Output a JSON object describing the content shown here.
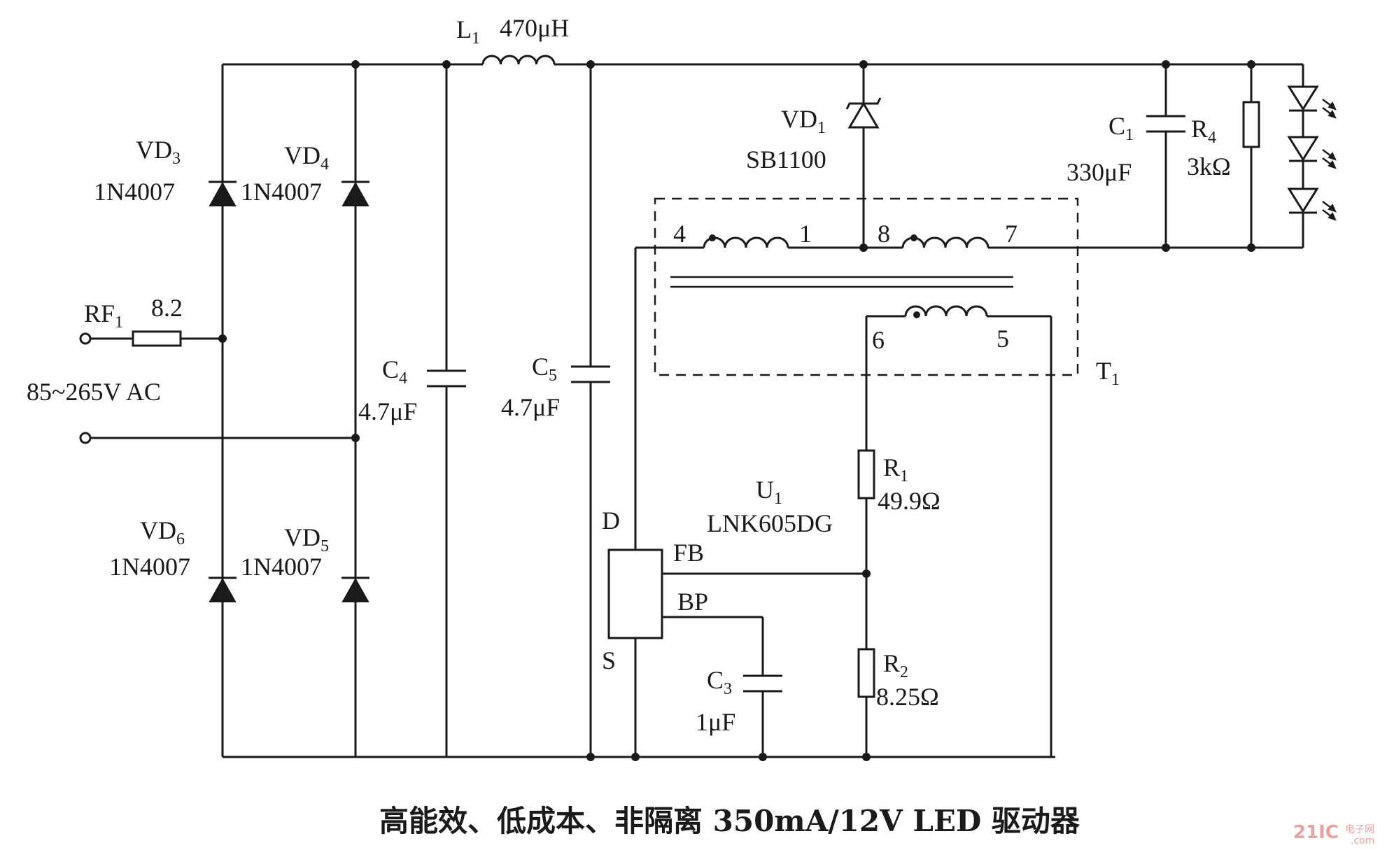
{
  "caption": "高能效、低成本、非隔离 350mA/12V LED 驱动器",
  "watermark": {
    "brand": "21IC",
    "site": "电子网",
    "url": ".com"
  },
  "input": {
    "voltage": "85~265V AC"
  },
  "components": {
    "rf1": {
      "ref": "RF",
      "sub": "1",
      "value": "8.2"
    },
    "vd3": {
      "ref": "VD",
      "sub": "3",
      "value": "1N4007"
    },
    "vd4": {
      "ref": "VD",
      "sub": "4",
      "value": "1N4007"
    },
    "vd5": {
      "ref": "VD",
      "sub": "5",
      "value": "1N4007"
    },
    "vd6": {
      "ref": "VD",
      "sub": "6",
      "value": "1N4007"
    },
    "c4": {
      "ref": "C",
      "sub": "4",
      "value": "4.7μF"
    },
    "l1": {
      "ref": "L",
      "sub": "1",
      "value": "470μH"
    },
    "c5": {
      "ref": "C",
      "sub": "5",
      "value": "4.7μF"
    },
    "vd1": {
      "ref": "VD",
      "sub": "1",
      "value": "SB1100"
    },
    "c1": {
      "ref": "C",
      "sub": "1",
      "value": "330μF"
    },
    "r4": {
      "ref": "R",
      "sub": "4",
      "value": "3kΩ"
    },
    "t1": {
      "ref": "T",
      "sub": "1"
    },
    "u1": {
      "ref": "U",
      "sub": "1",
      "value": "LNK605DG"
    },
    "r1": {
      "ref": "R",
      "sub": "1",
      "value": "49.9Ω"
    },
    "r2": {
      "ref": "R",
      "sub": "2",
      "value": "8.25Ω"
    },
    "c3": {
      "ref": "C",
      "sub": "3",
      "value": "1μF"
    }
  },
  "pins": {
    "p4": "4",
    "p1": "1",
    "p8": "8",
    "p7": "7",
    "p6": "6",
    "p5": "5",
    "d": "D",
    "fb": "FB",
    "bp": "BP",
    "s": "S"
  }
}
